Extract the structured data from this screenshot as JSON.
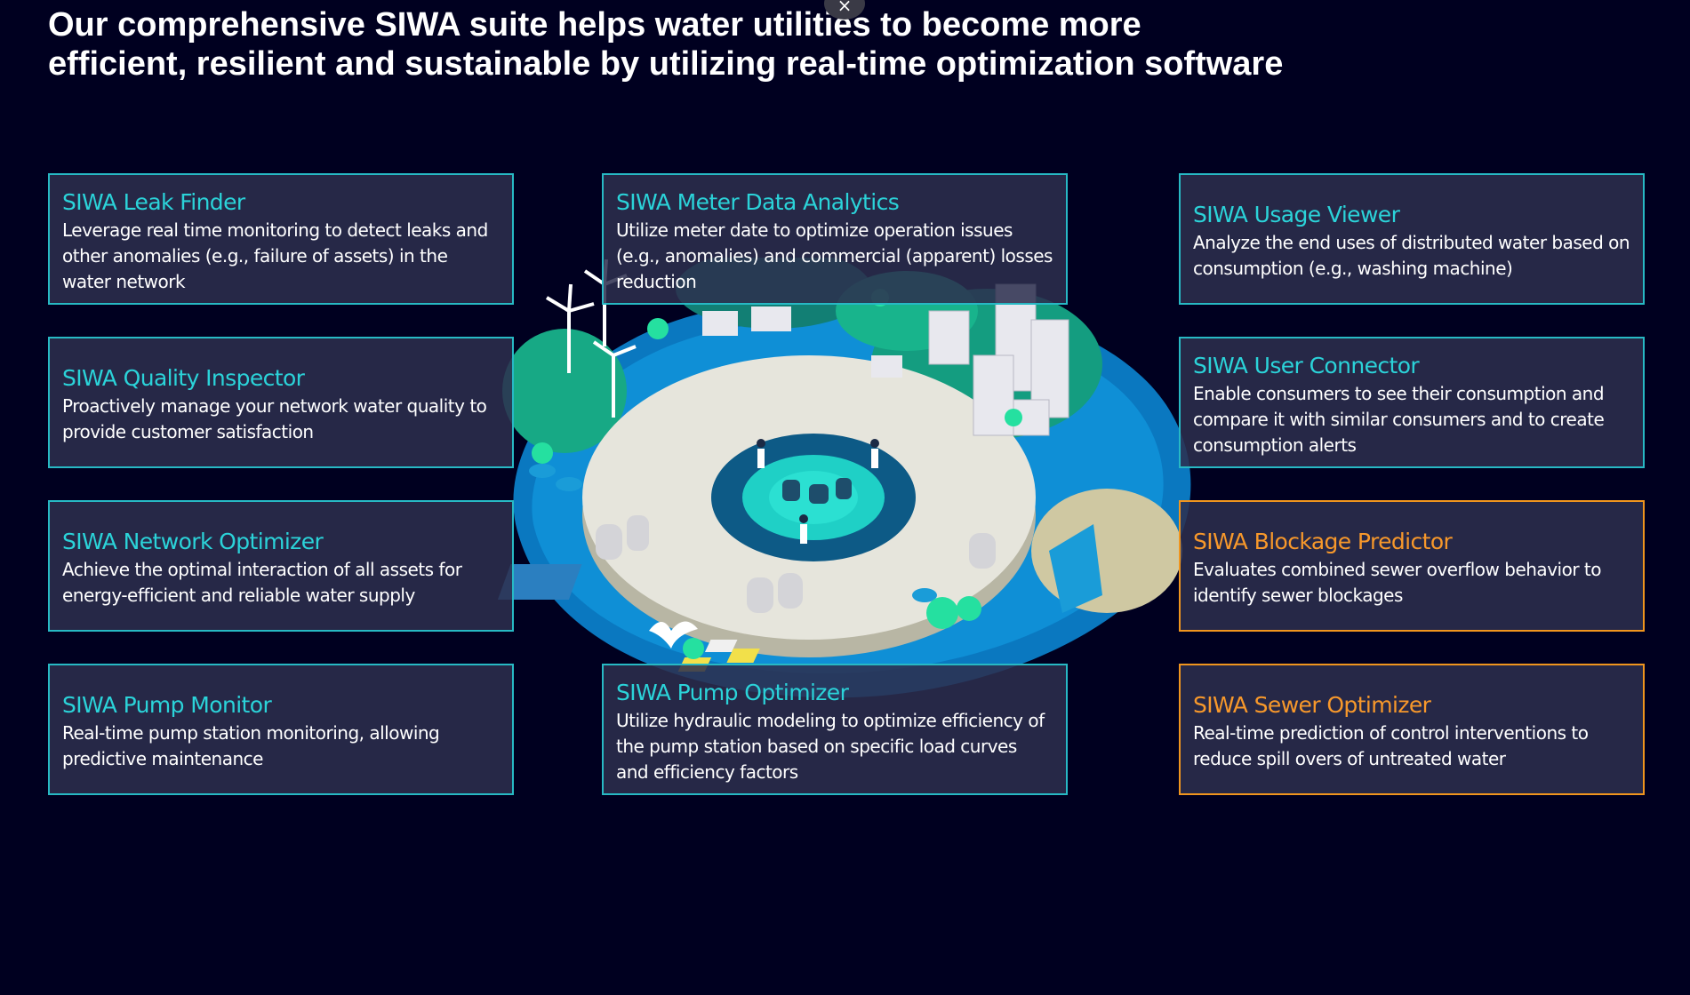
{
  "headline": {
    "line1": "Our comprehensive SIWA suite helps water utilities to become more",
    "line2": "efficient, resilient and sustainable by utilizing real-time optimization software"
  },
  "close_button": {
    "label": "×",
    "icon": "close-icon"
  },
  "illustration": {
    "icon": "smart-water-city-illustration"
  },
  "colors": {
    "background": "#000020",
    "card_fill": "#2c2e4e",
    "teal_accent": "#2bd3d9",
    "orange_accent": "#f7982b"
  },
  "cards": {
    "leak_finder": {
      "title": "SIWA Leak Finder",
      "desc": "Leverage real time monitoring to detect leaks and other anomalies (e.g., failure of assets) in the water network"
    },
    "meter_data": {
      "title": "SIWA Meter Data Analytics",
      "desc": "Utilize meter date to optimize operation issues (e.g., anomalies) and commercial (apparent) losses reduction"
    },
    "usage_viewer": {
      "title": "SIWA Usage Viewer",
      "desc": "Analyze the end uses of distributed water based on consumption (e.g., washing machine)"
    },
    "quality_inspector": {
      "title": "SIWA Quality Inspector",
      "desc": "Proactively manage your network water quality to provide customer satisfaction"
    },
    "user_connector": {
      "title": "SIWA User Connector",
      "desc": "Enable consumers to see their consumption and compare it with similar consumers and to create consumption alerts"
    },
    "network_optimizer": {
      "title": "SIWA Network Optimizer",
      "desc": "Achieve the optimal interaction of all assets for energy-efficient and reliable water supply"
    },
    "blockage_predictor": {
      "title": "SIWA Blockage Predictor",
      "desc": "Evaluates combined sewer overflow behavior to identify sewer blockages"
    },
    "pump_monitor": {
      "title": "SIWA Pump Monitor",
      "desc": "Real-time pump station monitoring, allowing predictive maintenance"
    },
    "pump_optimizer": {
      "title": "SIWA Pump Optimizer",
      "desc": "Utilize hydraulic modeling to optimize efficiency of the pump station based on specific load curves and efficiency factors"
    },
    "sewer_optimizer": {
      "title": "SIWA Sewer Optimizer",
      "desc": "Real-time prediction of control interventions to reduce spill overs of untreated water"
    }
  }
}
